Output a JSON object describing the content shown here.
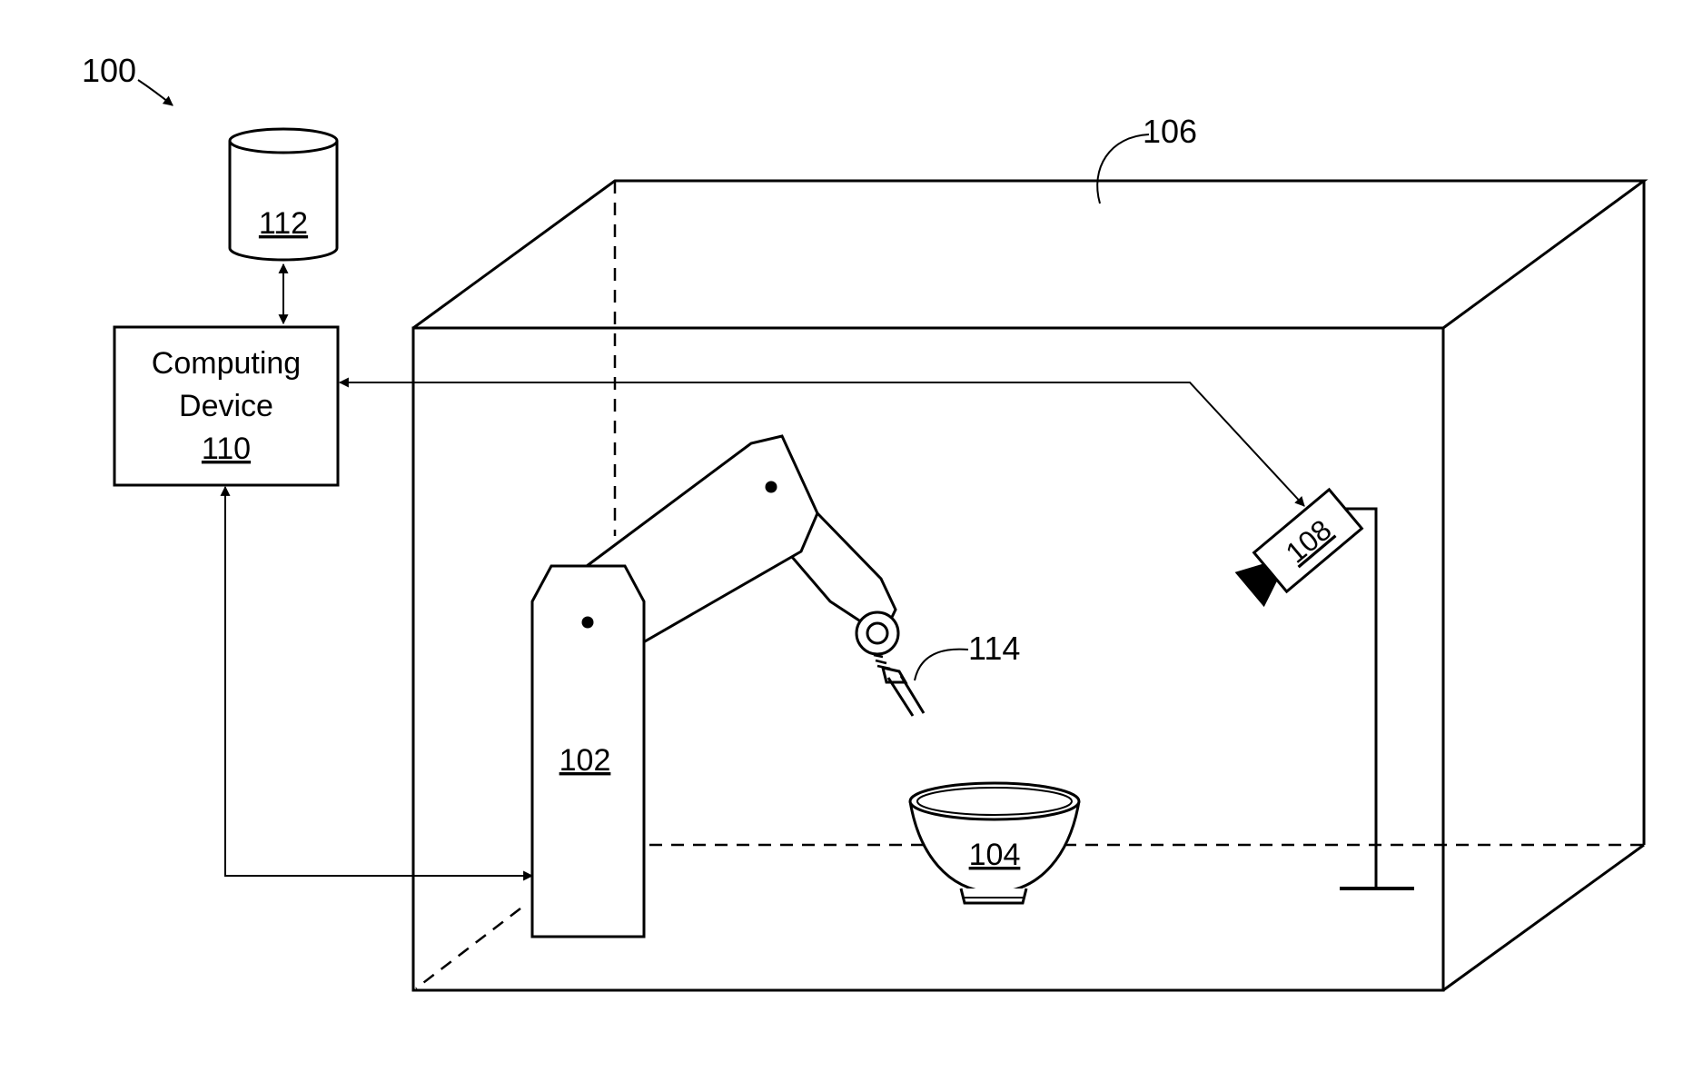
{
  "figure": {
    "ref_system": "100",
    "ref_enclosure": "106",
    "ref_storage": "112",
    "ref_robot": "102",
    "ref_object": "104",
    "ref_camera": "108",
    "ref_gripper": "114"
  },
  "computing_device": {
    "line1": "Computing",
    "line2": "Device",
    "ref": "110"
  },
  "colors": {
    "ink": "#000000",
    "paper": "#ffffff"
  }
}
